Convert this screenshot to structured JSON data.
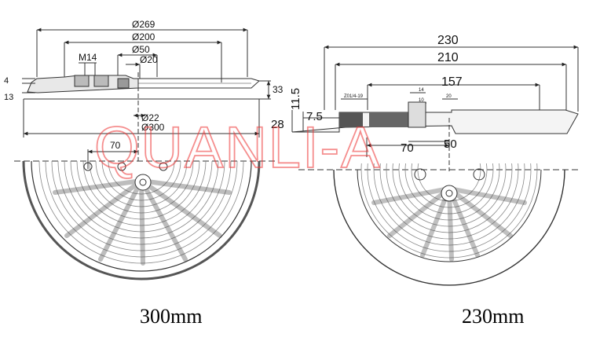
{
  "left_drawing": {
    "dims": {
      "d269": "Ø269",
      "d200": "Ø200",
      "m14": "M14",
      "d50": "Ø50",
      "d20": "Ø20",
      "h4": "4",
      "h13": "13",
      "h33": "33",
      "d22": "Ø22",
      "d300": "Ø300",
      "r70": "70"
    },
    "caption": "300mm"
  },
  "right_drawing": {
    "dims": {
      "w230": "230",
      "w210": "210",
      "w157": "157",
      "h11_5": "11.5",
      "h7_5": "7.5",
      "h28": "28",
      "r70": "70",
      "r50": "50",
      "small_thread": "Z01/4-19",
      "small_14": "14",
      "small_10": "10",
      "small_20": "20"
    },
    "caption": "230mm"
  },
  "watermark": "QUANLI-A",
  "colors": {
    "watermark": "#e33333",
    "highlight": "#d11f1f",
    "line": "#333333"
  }
}
